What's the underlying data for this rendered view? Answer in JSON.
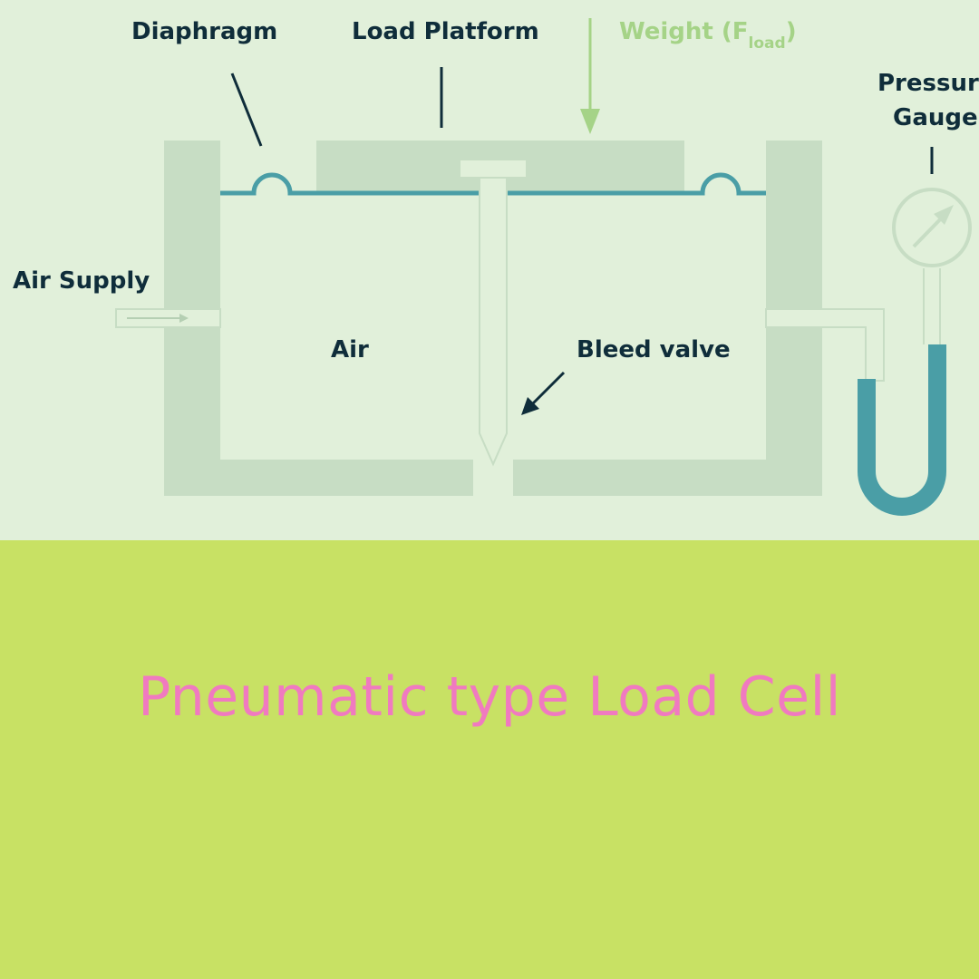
{
  "diagram": {
    "labels": {
      "diaphragm": "Diaphragm",
      "load_platform": "Load Platform",
      "weight_main": "Weight (F",
      "weight_sub": "load",
      "weight_close": ")",
      "pressure": "Pressure",
      "gauge": "Gauge",
      "air_supply": "Air Supply",
      "air": "Air",
      "bleed_valve": "Bleed valve"
    },
    "colors": {
      "background": "#e1f0da",
      "wall": "#c7ddc4",
      "diaphragm_line": "#4a9ea6",
      "gauge_fluid": "#4a9ea6",
      "label_dark": "#0f2d3a",
      "weight_green": "#a5d387"
    },
    "gauge_fluid_level": {
      "left_column_top": "low",
      "right_column_top": "high"
    }
  },
  "title_panel": {
    "title": "Pneumatic type Load Cell",
    "background": "#c8e164",
    "title_color": "#f07ac0"
  }
}
